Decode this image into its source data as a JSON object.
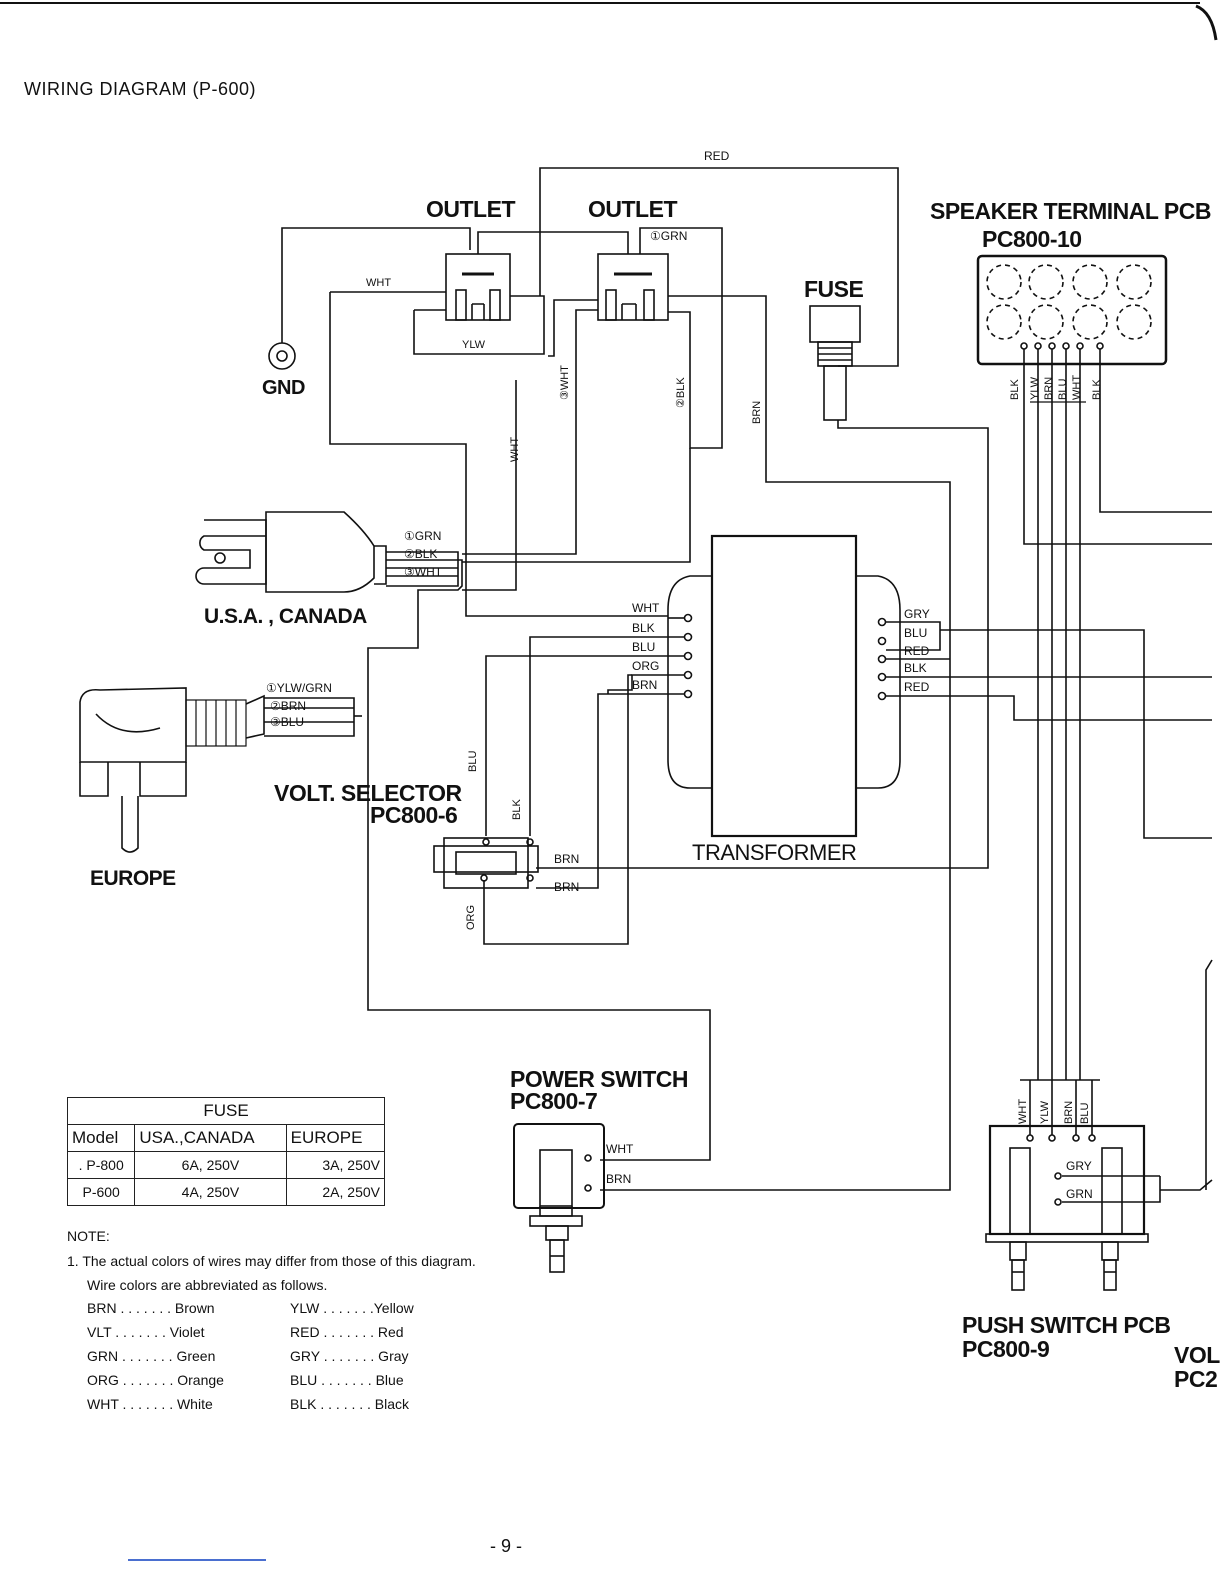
{
  "title": "WIRING DIAGRAM (P-600)",
  "components": {
    "outlet_1": "OUTLET",
    "outlet_2": "OUTLET",
    "fuse": "FUSE",
    "gnd": "GND",
    "speaker_terminal": "SPEAKER TERMINAL PCB",
    "speaker_terminal_code": "PC800-10",
    "plug_usa": "U.S.A. , CANADA",
    "plug_europe": "EUROPE",
    "volt_selector": "VOLT. SELECTOR",
    "volt_selector_code": "PC800-6",
    "transformer": "TRANSFORMER",
    "power_switch": "POWER SWITCH",
    "power_switch_code": "PC800-7",
    "push_switch": "PUSH SWITCH PCB",
    "push_switch_code": "PC800-9",
    "vol_cut": "VOL",
    "pc_cut": "PC2"
  },
  "wire_labels": {
    "red_top": "RED",
    "wht_outlet": "WHT",
    "ylw_outlet": "YLW",
    "grn_outlet2": "①GRN",
    "wht3": "③WHT",
    "blk2": "②BLK",
    "wht_vert": "WHT",
    "brn_vert": "BRN",
    "usa_grn": "①GRN",
    "usa_blk": "②BLK",
    "usa_wht": "③WHT",
    "eu_ylwgrn": "①YLW/GRN",
    "eu_brn": "②BRN",
    "eu_blu": "③BLU",
    "tp_wht": "WHT",
    "tp_blk": "BLK",
    "tp_blu": "BLU",
    "tp_org": "ORG",
    "tp_brn": "BRN",
    "ts_gry": "GRY",
    "ts_blu": "BLU",
    "ts_red1": "RED",
    "ts_blk": "BLK",
    "ts_red2": "RED",
    "vs_blu": "BLU",
    "vs_blk": "BLK",
    "vs_brn1": "BRN",
    "vs_brn2": "BRN",
    "vs_org": "ORG",
    "sp_blk1": "BLK",
    "sp_ylw": "YLW",
    "sp_brn": "BRN",
    "sp_blu": "BLU",
    "sp_wht": "WHT",
    "sp_blk2": "BLK",
    "ps_wht": "WHT",
    "ps_brn": "BRN",
    "push_wht": "WHT",
    "push_ylw": "YLW",
    "push_brn": "BRN",
    "push_blu": "BLU",
    "push_gry": "GRY",
    "push_grn": "GRN"
  },
  "fuse_table": {
    "title": "FUSE",
    "headers": [
      "Model",
      "USA.,CANADA",
      "EUROPE"
    ],
    "rows": [
      [
        ". P-800",
        "6A, 250V",
        "3A, 250V"
      ],
      [
        "P-600",
        "4A, 250V",
        "2A, 250V"
      ]
    ]
  },
  "note": {
    "heading": "NOTE:",
    "line1": "1. The actual colors of wires may differ from those of this diagram.",
    "line2": "Wire colors are abbreviated as follows.",
    "left": [
      "BRN . . . . . . . Brown",
      "VLT . . . . . . . Violet",
      "GRN . . . . . . . Green",
      "ORG . . . . . . . Orange",
      "WHT . . . . . . . White"
    ],
    "right": [
      "YLW . . . . . . .Yellow",
      "RED . . . . . . . Red",
      "GRY . . . . . . . Gray",
      "BLU . . . . . . . Blue",
      "BLK . . . . . . . Black"
    ]
  },
  "page_number": "- 9 -"
}
